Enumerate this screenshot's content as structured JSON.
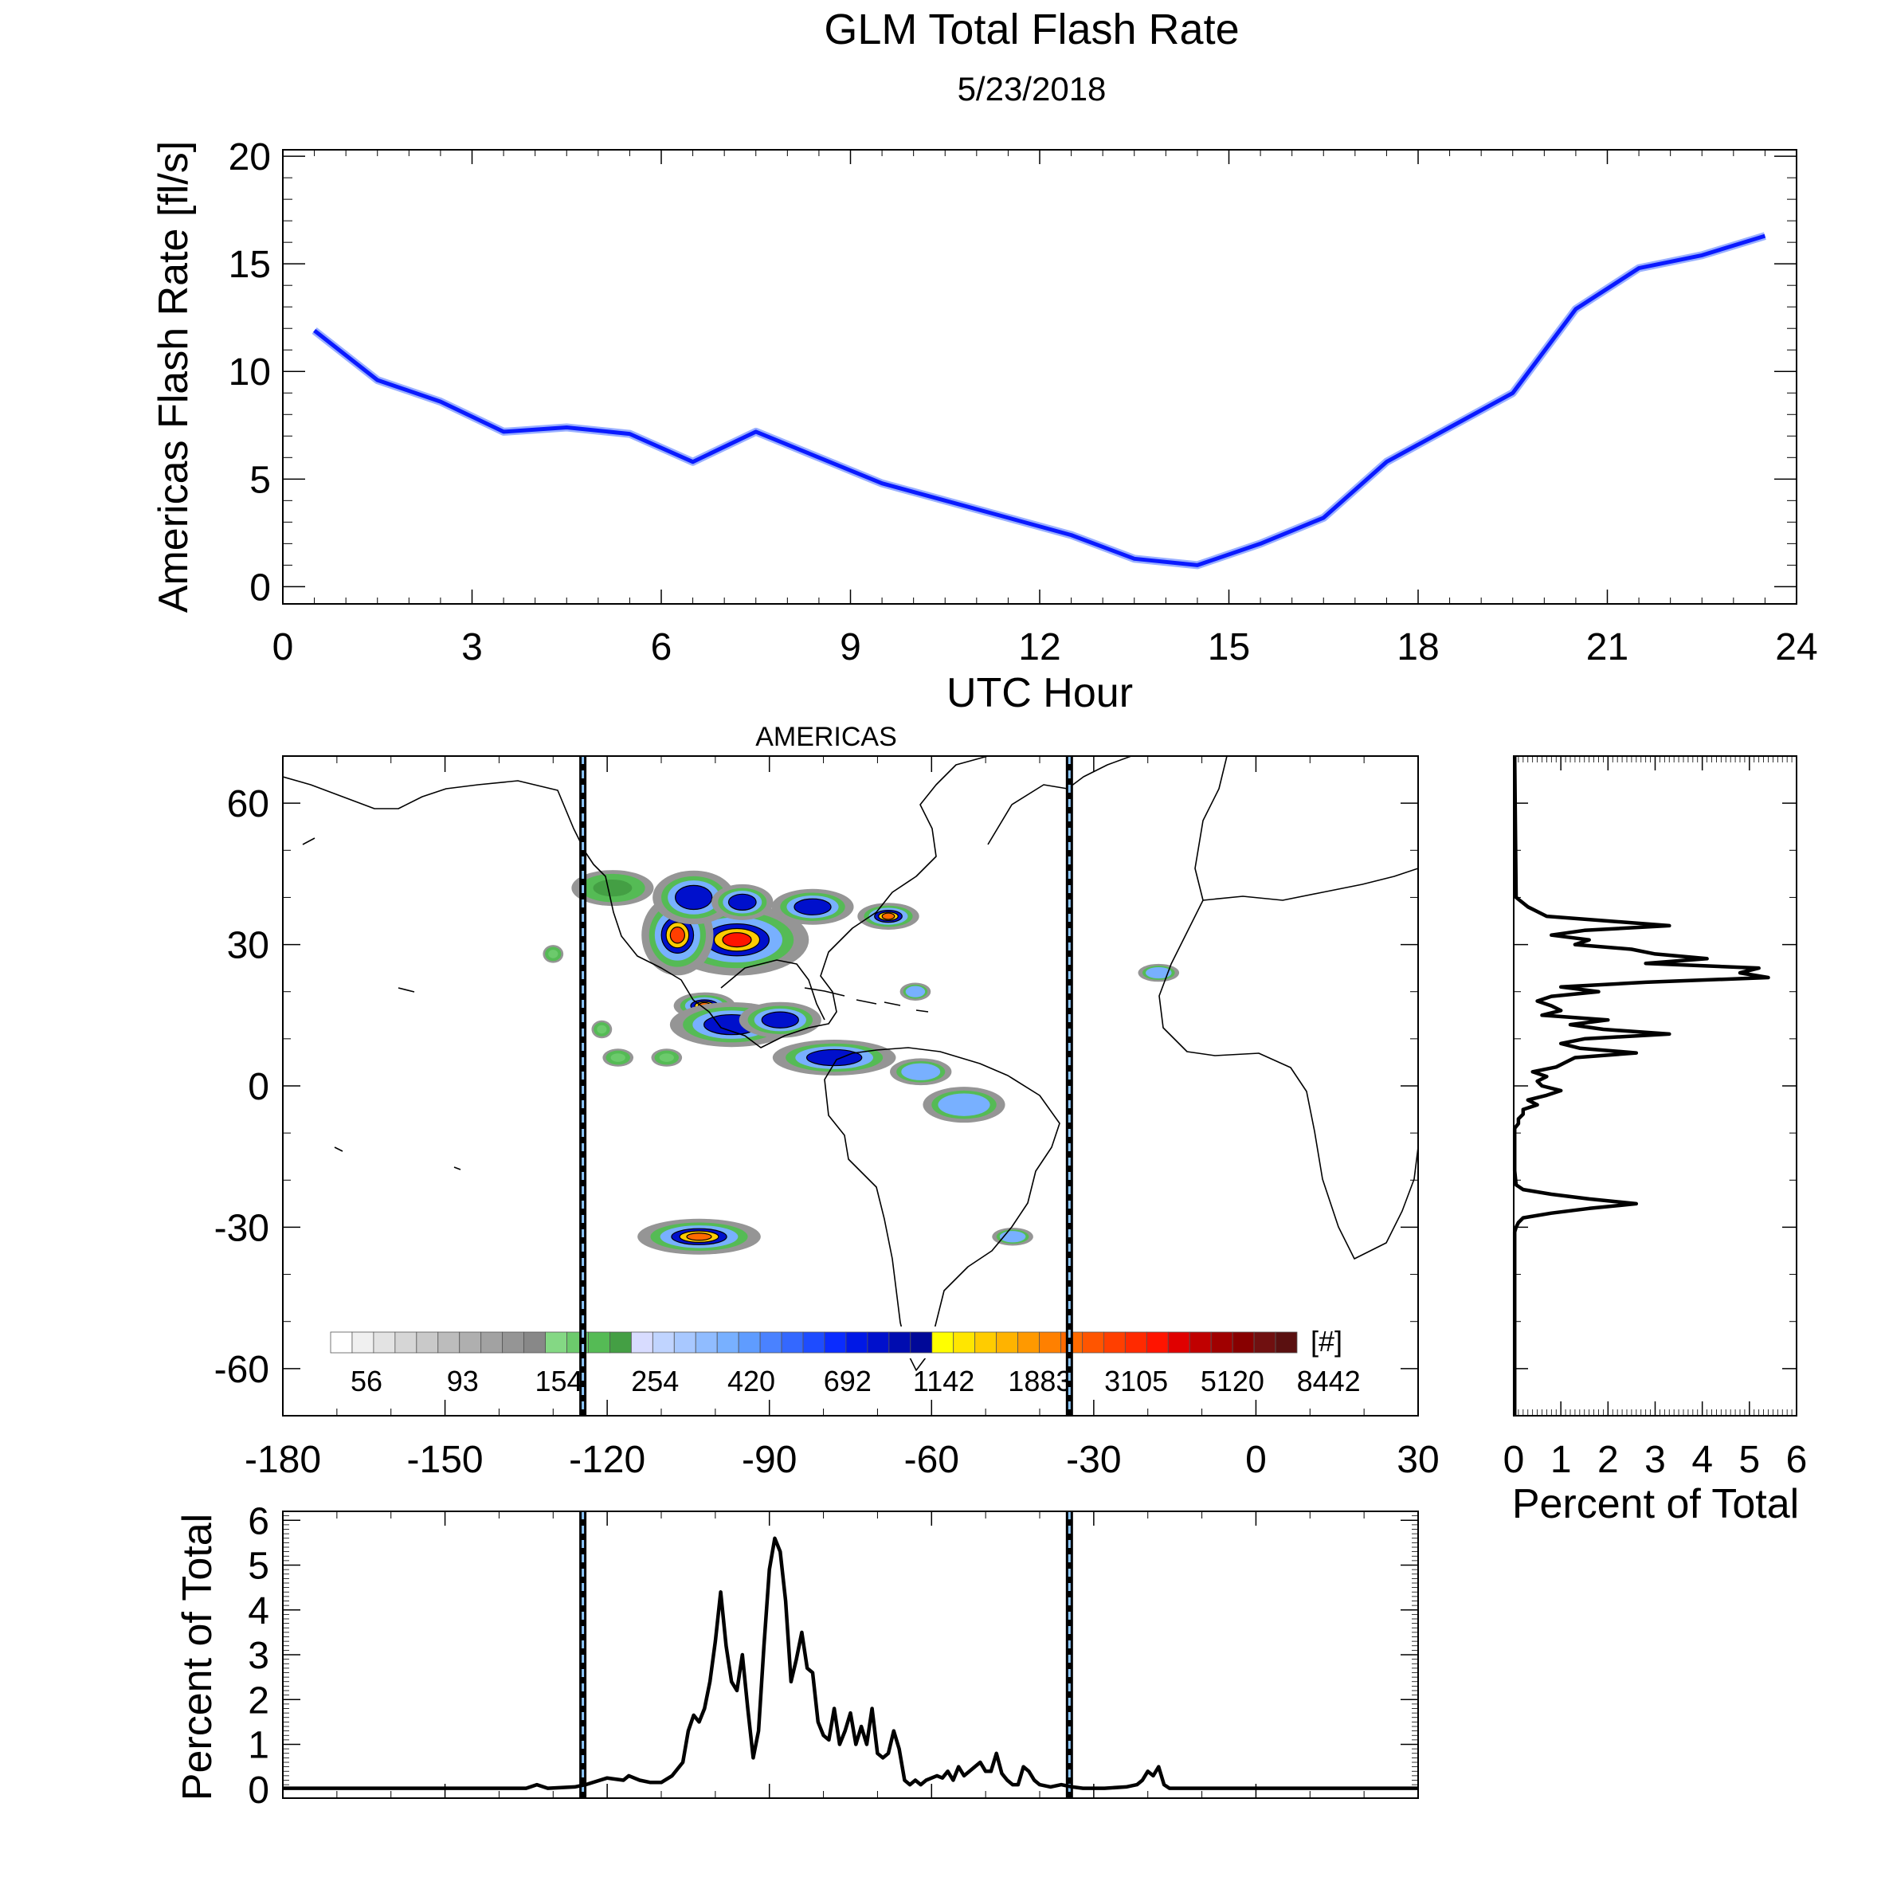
{
  "title": "GLM Total Flash Rate",
  "subtitle": "5/23/2018",
  "chart_data": [
    {
      "type": "line",
      "panel": "hourly-flash-rate",
      "xlabel": "UTC Hour",
      "ylabel": "Americas Flash Rate [fl/s]",
      "xlim": [
        0,
        24
      ],
      "ylim": [
        -0.8,
        20.3
      ],
      "xticks": [
        "0",
        "3",
        "6",
        "9",
        "12",
        "15",
        "18",
        "21",
        "24"
      ],
      "yticks": [
        "0",
        "5",
        "10",
        "15",
        "20"
      ],
      "series_color": "#0a1aff",
      "x": [
        0.5,
        1.5,
        2.5,
        3.5,
        4.5,
        5.5,
        6.5,
        7.5,
        8.5,
        9.5,
        10.5,
        11.5,
        12.5,
        13.5,
        14.5,
        15.5,
        16.5,
        17.5,
        18.5,
        19.5,
        20.5,
        21.5,
        22.5,
        23.5
      ],
      "y": [
        11.9,
        9.6,
        8.6,
        7.2,
        7.4,
        7.1,
        5.8,
        7.2,
        6.0,
        4.8,
        4.0,
        3.2,
        2.4,
        1.3,
        1.0,
        2.0,
        3.2,
        5.8,
        7.4,
        9.0,
        12.9,
        14.8,
        15.4,
        16.3
      ]
    },
    {
      "type": "heatmap",
      "panel": "americas-flash-density-map",
      "title": "AMERICAS",
      "xlim": [
        -180,
        30
      ],
      "ylim": [
        -70,
        70
      ],
      "xticks": [
        "-180",
        "-150",
        "-120",
        "-90",
        "-60",
        "-30",
        "0",
        "30"
      ],
      "yticks": [
        "60",
        "30",
        "0",
        "-30",
        "-60"
      ],
      "boundary_lons": [
        -124.5,
        -34.5
      ],
      "colorbar_unit": "[#]",
      "colorbar_labels": [
        "56",
        "93",
        "154",
        "254",
        "420",
        "692",
        "1142",
        "1883",
        "3105",
        "5120",
        "8442"
      ],
      "colorbar_colors": [
        "#ffffff",
        "#f0f0f0",
        "#e3e3e3",
        "#d6d6d6",
        "#c9c9c9",
        "#bcbcbc",
        "#afafaf",
        "#a2a2a2",
        "#959595",
        "#888888",
        "#84d884",
        "#6cca6c",
        "#55bb55",
        "#449f44",
        "#d8dcff",
        "#c0d4ff",
        "#a8c8ff",
        "#90bcff",
        "#78b0ff",
        "#5f9cff",
        "#4a82ff",
        "#3468ff",
        "#1e4cff",
        "#0a2cff",
        "#0018e6",
        "#0010cc",
        "#000cb0",
        "#000898",
        "#ffff00",
        "#ffe600",
        "#ffcc00",
        "#ffb300",
        "#ff9900",
        "#ff8000",
        "#ff6a00",
        "#ff5500",
        "#ff3f00",
        "#ff2a00",
        "#ff1400",
        "#e00000",
        "#c00000",
        "#a00000",
        "#880000",
        "#701010",
        "#5a1010"
      ],
      "storms": [
        {
          "lon": -96,
          "lat": 31,
          "rx": 7,
          "ry": 4,
          "level": 38
        },
        {
          "lon": -107,
          "lat": 32,
          "rx": 3.5,
          "ry": 4.5,
          "level": 36
        },
        {
          "lon": -104,
          "lat": 40,
          "rx": 4,
          "ry": 3,
          "level": 26
        },
        {
          "lon": -95,
          "lat": 39,
          "rx": 3,
          "ry": 2,
          "level": 26
        },
        {
          "lon": -82,
          "lat": 38,
          "rx": 4,
          "ry": 2,
          "level": 24
        },
        {
          "lon": -68,
          "lat": 36,
          "rx": 3,
          "ry": 1.5,
          "level": 34
        },
        {
          "lon": -102,
          "lat": 17,
          "rx": 3,
          "ry": 1.5,
          "level": 34
        },
        {
          "lon": -97,
          "lat": 13,
          "rx": 6,
          "ry": 2.5,
          "level": 30
        },
        {
          "lon": -88,
          "lat": 14,
          "rx": 4,
          "ry": 2,
          "level": 28
        },
        {
          "lon": -78,
          "lat": 6,
          "rx": 6,
          "ry": 2,
          "level": 24
        },
        {
          "lon": -62,
          "lat": 3,
          "rx": 3,
          "ry": 1.5,
          "level": 20
        },
        {
          "lon": -54,
          "lat": -4,
          "rx": 4,
          "ry": 2,
          "level": 22
        },
        {
          "lon": -63,
          "lat": 20,
          "rx": 1.5,
          "ry": 1,
          "level": 22
        },
        {
          "lon": -103,
          "lat": -32,
          "rx": 6,
          "ry": 2,
          "level": 34
        },
        {
          "lon": -45,
          "lat": -32,
          "rx": 2,
          "ry": 1,
          "level": 20
        },
        {
          "lon": -18,
          "lat": 24,
          "rx": 2,
          "ry": 1,
          "level": 20
        },
        {
          "lon": -119,
          "lat": 42,
          "rx": 4,
          "ry": 2,
          "level": 13
        },
        {
          "lon": -130,
          "lat": 28,
          "rx": 1,
          "ry": 1,
          "level": 11
        },
        {
          "lon": -118,
          "lat": 6,
          "rx": 1.5,
          "ry": 1,
          "level": 11
        },
        {
          "lon": -109,
          "lat": 6,
          "rx": 1.5,
          "ry": 1,
          "level": 11
        },
        {
          "lon": -121,
          "lat": 12,
          "rx": 1,
          "ry": 1,
          "level": 11
        }
      ]
    },
    {
      "type": "line",
      "panel": "longitude-distribution",
      "ylabel": "Percent of Total",
      "xlim": [
        -180,
        30
      ],
      "ylim": [
        -0.2,
        6.2
      ],
      "yticks": [
        "0",
        "1",
        "2",
        "3",
        "4",
        "5",
        "6"
      ],
      "x": [
        -180,
        -135,
        -133,
        -131,
        -126,
        -124,
        -120,
        -117,
        -116,
        -114,
        -112,
        -110,
        -108,
        -106,
        -105,
        -104,
        -103,
        -102,
        -101,
        -100,
        -99,
        -98,
        -97,
        -96,
        -95,
        -94,
        -93,
        -92,
        -91,
        -90,
        -89,
        -88,
        -87,
        -86,
        -85,
        -84,
        -83,
        -82,
        -81,
        -80,
        -79,
        -78,
        -77,
        -76,
        -75,
        -74,
        -73,
        -72,
        -71,
        -70,
        -69,
        -68,
        -67,
        -66,
        -65,
        -64,
        -63,
        -62,
        -61,
        -60,
        -59,
        -58,
        -57,
        -56,
        -55,
        -54,
        -53,
        -52,
        -51,
        -50,
        -49,
        -48,
        -47,
        -46,
        -45,
        -44,
        -43,
        -42,
        -41,
        -40,
        -38,
        -36,
        -34,
        -32,
        -28,
        -24,
        -22,
        -21,
        -20,
        -19,
        -18,
        -17,
        -16,
        -14,
        0,
        30
      ],
      "y": [
        0.02,
        0.02,
        0.1,
        0.02,
        0.05,
        0.1,
        0.25,
        0.2,
        0.3,
        0.2,
        0.15,
        0.15,
        0.3,
        0.6,
        1.3,
        1.65,
        1.5,
        1.8,
        2.4,
        3.3,
        4.4,
        3.2,
        2.4,
        2.2,
        3.0,
        1.8,
        0.7,
        1.3,
        3.2,
        4.9,
        5.6,
        5.3,
        4.2,
        2.4,
        2.9,
        3.5,
        2.7,
        2.6,
        1.5,
        1.2,
        1.1,
        1.8,
        1.0,
        1.3,
        1.7,
        1.0,
        1.4,
        1.0,
        1.8,
        0.8,
        0.7,
        0.8,
        1.3,
        0.9,
        0.2,
        0.1,
        0.2,
        0.1,
        0.2,
        0.25,
        0.3,
        0.25,
        0.4,
        0.2,
        0.5,
        0.3,
        0.4,
        0.5,
        0.6,
        0.4,
        0.4,
        0.8,
        0.35,
        0.2,
        0.1,
        0.1,
        0.5,
        0.4,
        0.2,
        0.1,
        0.05,
        0.1,
        0.05,
        0.02,
        0.02,
        0.05,
        0.1,
        0.2,
        0.4,
        0.3,
        0.5,
        0.1,
        0.02,
        0.02,
        0.02,
        0.02
      ]
    },
    {
      "type": "line",
      "panel": "latitude-distribution",
      "xlabel": "Percent of Total",
      "xlim": [
        0,
        6
      ],
      "ylim": [
        -70,
        70
      ],
      "xticks": [
        "0",
        "1",
        "2",
        "3",
        "4",
        "5",
        "6"
      ],
      "lat": [
        70,
        40,
        38,
        36,
        35,
        34,
        33,
        32,
        31,
        30,
        29,
        28,
        27,
        26,
        25,
        24,
        23,
        22,
        21,
        20,
        19,
        18,
        17,
        16,
        15,
        14,
        13,
        12,
        11,
        10,
        9,
        8,
        7,
        6,
        5,
        4,
        3,
        2,
        1,
        0,
        -1,
        -2,
        -3,
        -4,
        -5,
        -6,
        -7,
        -8,
        -9,
        -10,
        -11,
        -12,
        -18,
        -21,
        -22,
        -23,
        -24,
        -25,
        -26,
        -27,
        -28,
        -29,
        -30,
        -31,
        -33,
        -70
      ],
      "pct": [
        0.02,
        0.05,
        0.3,
        0.7,
        2.0,
        3.3,
        1.5,
        0.8,
        1.6,
        1.3,
        2.5,
        3.0,
        4.1,
        2.8,
        5.2,
        4.8,
        5.4,
        2.8,
        1.0,
        1.8,
        0.8,
        0.5,
        0.8,
        1.0,
        0.6,
        2.0,
        1.2,
        1.9,
        3.3,
        1.5,
        1.0,
        1.4,
        2.6,
        1.3,
        1.1,
        0.9,
        0.4,
        0.7,
        0.5,
        0.6,
        1.0,
        0.7,
        0.3,
        0.5,
        0.2,
        0.2,
        0.1,
        0.1,
        0.02,
        0.02,
        0.02,
        0.02,
        0.02,
        0.05,
        0.2,
        0.8,
        1.6,
        2.6,
        1.6,
        0.8,
        0.2,
        0.1,
        0.05,
        0.02,
        0.02,
        0.02
      ]
    }
  ]
}
